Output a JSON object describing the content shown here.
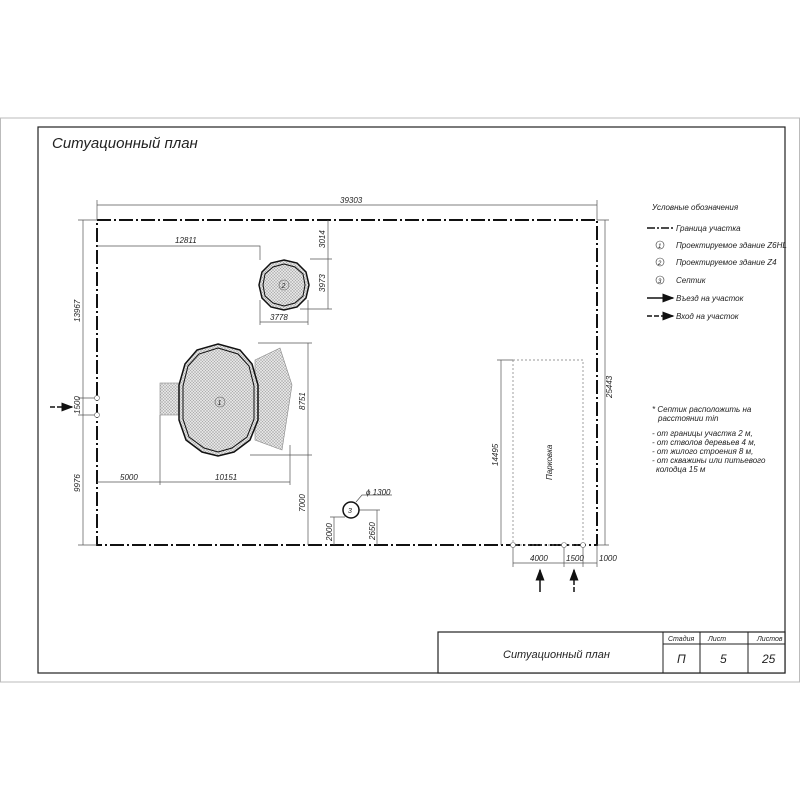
{
  "title": "Ситуационный план",
  "legend": {
    "heading": "Условные обозначения",
    "items": [
      {
        "symbol": "dash-dot-line",
        "label": "Граница участка"
      },
      {
        "symbol": "1",
        "label": "Проектируемое здание Z6HL"
      },
      {
        "symbol": "2",
        "label": "Проектируемое здание Z4"
      },
      {
        "symbol": "3",
        "label": "Септик"
      },
      {
        "symbol": "solid-arrow",
        "label": "Въезд на участок"
      },
      {
        "symbol": "dashed-arrow",
        "label": "Вход на участок"
      }
    ]
  },
  "notes": {
    "star1": "* Септик расположить на",
    "star2": "расстоянии min",
    "lines": [
      "- от границы участка 2 м,",
      "- от стволов деревьев 4 м,",
      "- от жилого строения 8 м,",
      "- от скважины или питьевого",
      "колодца 15 м"
    ]
  },
  "plan": {
    "building1_label": "1",
    "building2_label": "2",
    "septic_label": "3",
    "parking_label": "Парковка",
    "dims": {
      "total_width": "39303",
      "b2_offset_x": "12811",
      "b2_offset_y": "3014",
      "b2_height": "3973",
      "b2_width": "3778",
      "left_upper": "13967",
      "gate": "1500",
      "left_lower": "9976",
      "b1_offset_x": "5000",
      "b1_width": "10151",
      "b1_height": "8751",
      "b1_to_bottom": "7000",
      "septic_diameter": "ϕ 1300",
      "septic_y": "2000",
      "septic_x": "2650",
      "parking_height": "14495",
      "total_height": "25443",
      "parking_width": "4000",
      "entry_width": "1500",
      "right_offset": "1000"
    }
  },
  "title_block": {
    "name": "Ситуационный план",
    "stage_label": "Стадия",
    "sheet_label": "Лист",
    "sheets_label": "Листов",
    "stage": "П",
    "sheet": "5",
    "sheets": "25"
  }
}
